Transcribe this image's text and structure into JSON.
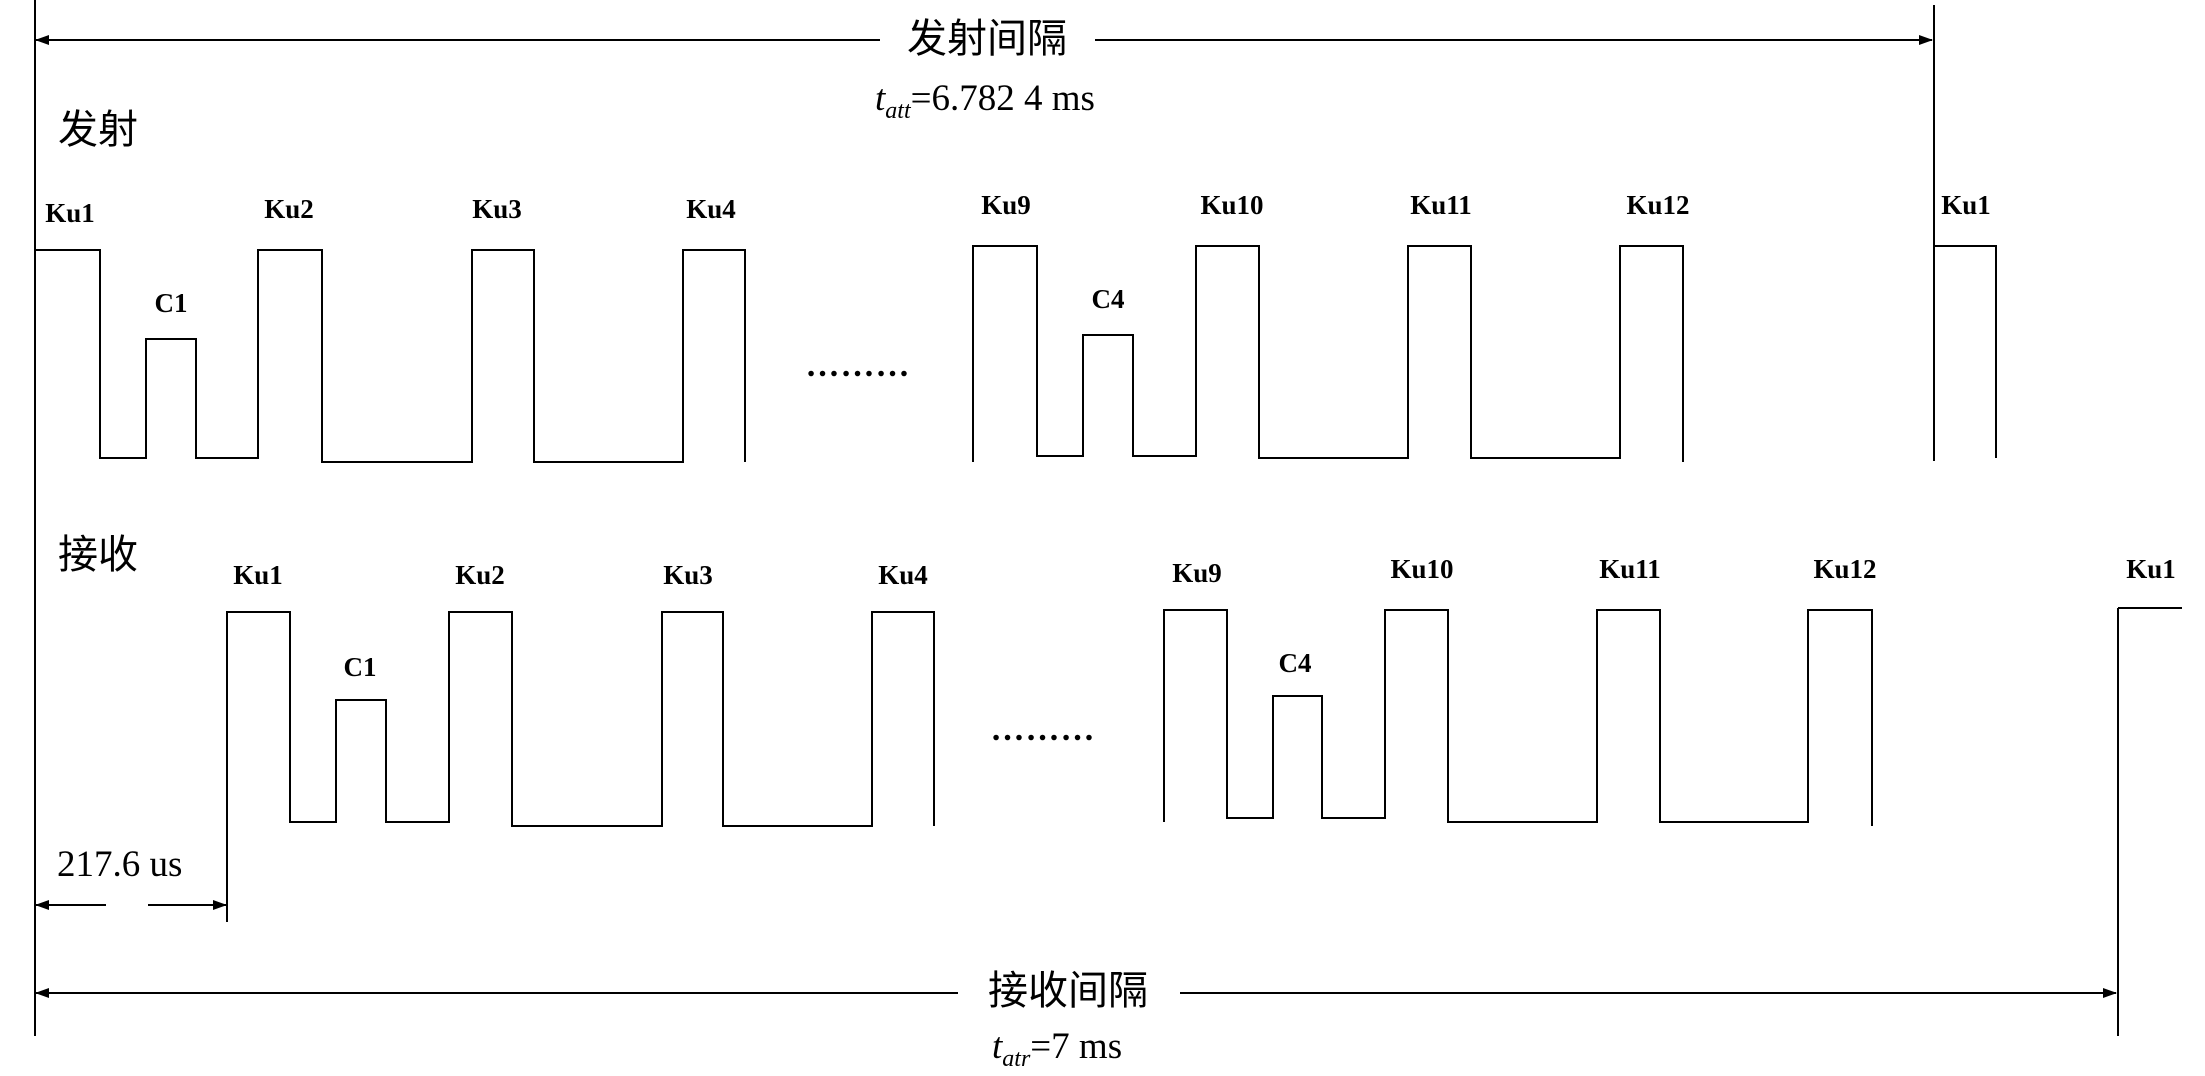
{
  "transmit": {
    "row_label": "发射",
    "interval_label": "发射间隔",
    "formula": {
      "var": "t",
      "sub": "att",
      "rest": "=6.782 4 ms"
    },
    "ku_labels": [
      "Ku1",
      "Ku2",
      "Ku3",
      "Ku4",
      "Ku9",
      "Ku10",
      "Ku11",
      "Ku12",
      "Ku1"
    ],
    "c_labels": [
      "C1",
      "C4"
    ],
    "ellipsis": "………"
  },
  "receive": {
    "row_label": "接收",
    "interval_label": "接收间隔",
    "formula": {
      "var": "t",
      "sub": "atr",
      "rest": "=7 ms"
    },
    "ku_labels": [
      "Ku1",
      "Ku2",
      "Ku3",
      "Ku4",
      "Ku9",
      "Ku10",
      "Ku11",
      "Ku12",
      "Ku1"
    ],
    "c_labels": [
      "C1",
      "C4"
    ],
    "ellipsis": "………",
    "delay_label": "217.6 us"
  }
}
